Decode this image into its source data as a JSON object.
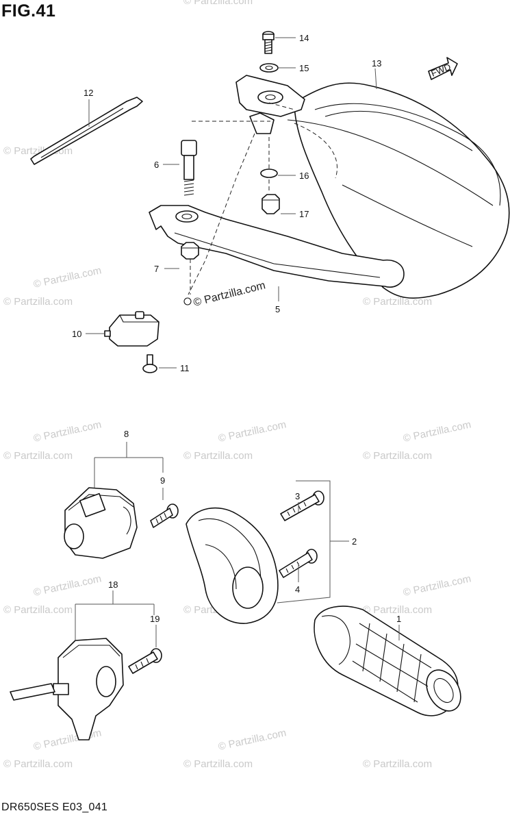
{
  "figure": {
    "title": "FIG.41",
    "code": "DR650SES E03_041"
  },
  "watermark": {
    "text": "© Partzilla.com",
    "prominent_text": "© Partzilla.com"
  },
  "fwd_arrow": {
    "text": "FWD"
  },
  "callouts": {
    "c1": "1",
    "c2": "2",
    "c3": "3",
    "c4": "4",
    "c5": "5",
    "c6": "6",
    "c7": "7",
    "c8": "8",
    "c9": "9",
    "c10": "10",
    "c11": "11",
    "c12": "12",
    "c13": "13",
    "c14": "14",
    "c15": "15",
    "c16": "16",
    "c17": "17",
    "c18": "18",
    "c19": "19"
  }
}
